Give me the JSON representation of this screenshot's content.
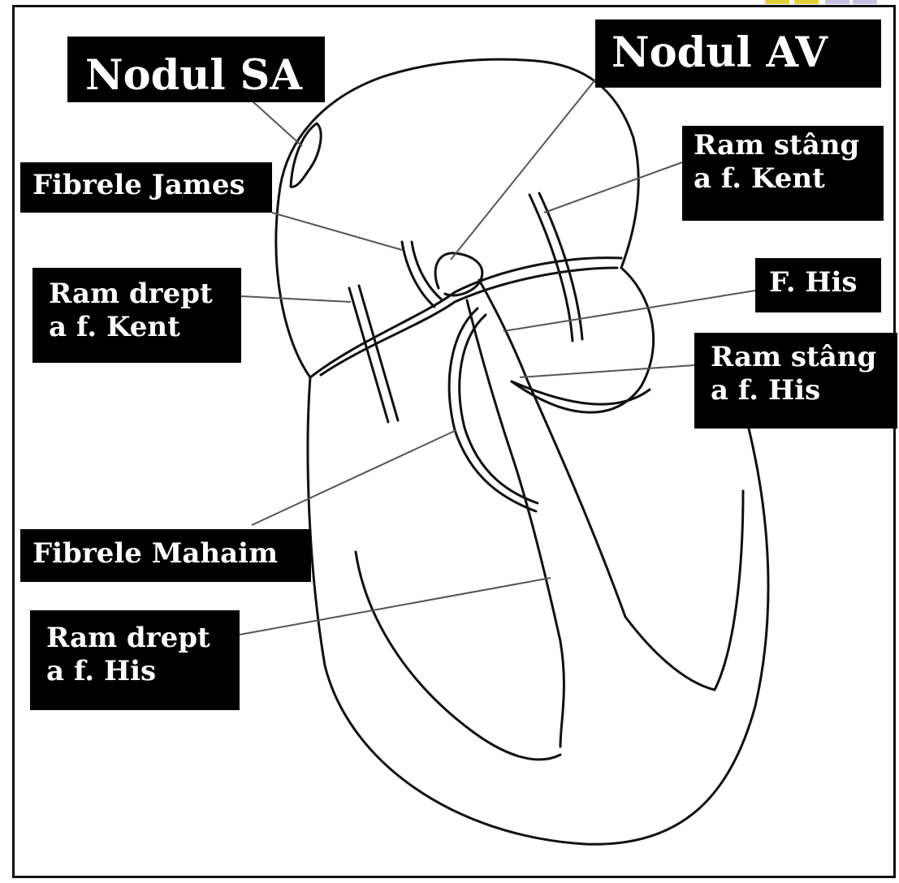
{
  "colors": {
    "background": "#ffffff",
    "outline": "#111111",
    "label_bg": "#000000",
    "label_text": "#ffffff",
    "leader": "#555555",
    "corner_yellow": "#e2d23a",
    "corner_violet": "#c7c3e2"
  },
  "labels": {
    "nodul_sa": "Nodul SA",
    "nodul_av": "Nodul  AV",
    "fibrele_james": "Fibrele James",
    "ram_stang_kent": [
      "Ram stâng",
      "a f. Kent"
    ],
    "ram_drept_kent": [
      "Ram drept",
      "a f. Kent"
    ],
    "f_his": "F. His",
    "ram_stang_his": [
      "Ram stâng",
      "a f. His"
    ],
    "fibrele_mahaim": "Fibrele Mahaim",
    "ram_drept_his": [
      "Ram drept",
      "a f. His"
    ]
  }
}
